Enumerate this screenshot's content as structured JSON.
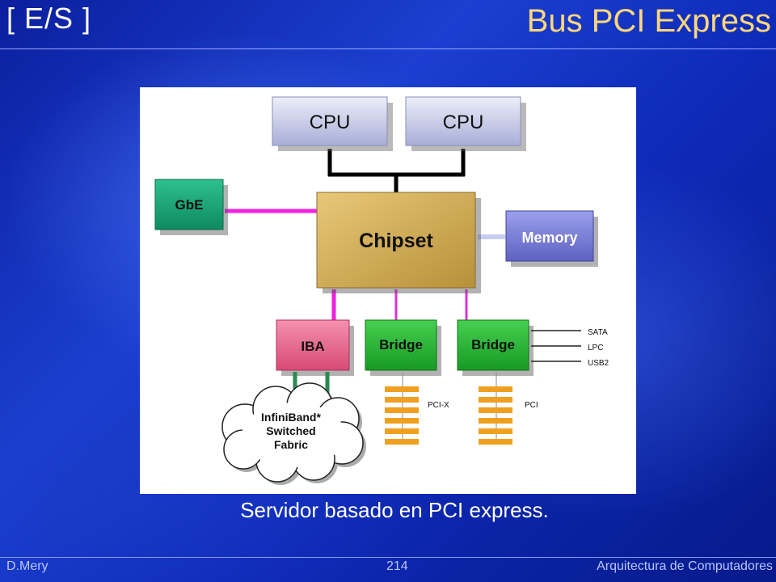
{
  "header": {
    "section": "[ E/S ]",
    "title": "Bus PCI Express"
  },
  "diagram": {
    "cpu1": "CPU",
    "cpu2": "CPU",
    "gbe": "GbE",
    "chipset": "Chipset",
    "memory": "Memory",
    "iba": "IBA",
    "bridge1": "Bridge",
    "bridge2": "Bridge",
    "io_sata": "SATA",
    "io_lpc": "LPC",
    "io_usb2": "USB2",
    "pcix": "PCI-X",
    "pci": "PCI",
    "cloud_line1": "InfiniBand*",
    "cloud_line2": "Switched",
    "cloud_line3": "Fabric",
    "colors": {
      "cpu": "#c8cde8",
      "gbe": "#1aa57a",
      "chipset": "#d8b25a",
      "memory": "#7c80d8",
      "iba": "#e86a8f",
      "bridge": "#2ab83a",
      "pcie_link": "#f020e0",
      "slot": "#f0a020"
    }
  },
  "caption": "Servidor basado en PCI express.",
  "footer": {
    "author": "D.Mery",
    "page": "214",
    "course": "Arquitectura de Computadores"
  }
}
